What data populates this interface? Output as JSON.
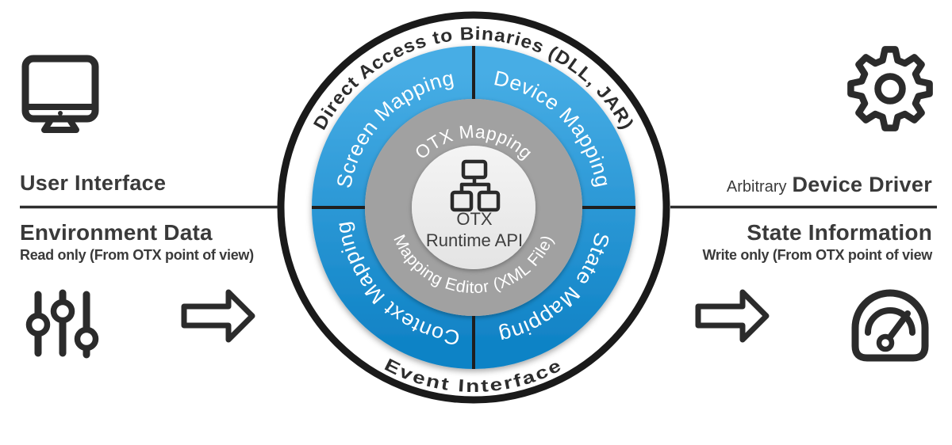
{
  "colors": {
    "ink": "#2b2b2b",
    "ring_black": "#1a1a1a",
    "blue_top": "#47ade5",
    "blue_bottom": "#1083c6",
    "gray_ring": "#a1a1a1",
    "center_top": "#f4f4f4",
    "center_bottom": "#e4e4e4",
    "divider": "#1f1f1f",
    "rule": "#2e2e2e"
  },
  "left": {
    "title": "User Interface",
    "heading": "Environment Data",
    "note": "Read only (From OTX point of view)",
    "icons": [
      "monitor-icon",
      "sliders-icon",
      "arrow-right-icon"
    ]
  },
  "right": {
    "title_prefix": "Arbitrary",
    "title": "Device Driver",
    "heading": "State Information",
    "note": "Write only (From OTX point of view",
    "icons": [
      "gear-icon",
      "arrow-right-icon",
      "gauge-icon"
    ]
  },
  "wheel": {
    "outer_top": "Direct Access to Binaries (DLL, JAR)",
    "outer_bottom": "Event Interface",
    "quadrant_top_left": "Screen Mapping",
    "quadrant_top_right": "Device Mapping",
    "quadrant_bottom_left": "Context Mapping",
    "quadrant_bottom_right": "State Mapping",
    "ring_top": "OTX Mapping",
    "ring_bottom": "Mapping Editor (XML File)",
    "center_line1": "OTX",
    "center_line2": "Runtime API",
    "center_icon": "hierarchy-icon"
  }
}
